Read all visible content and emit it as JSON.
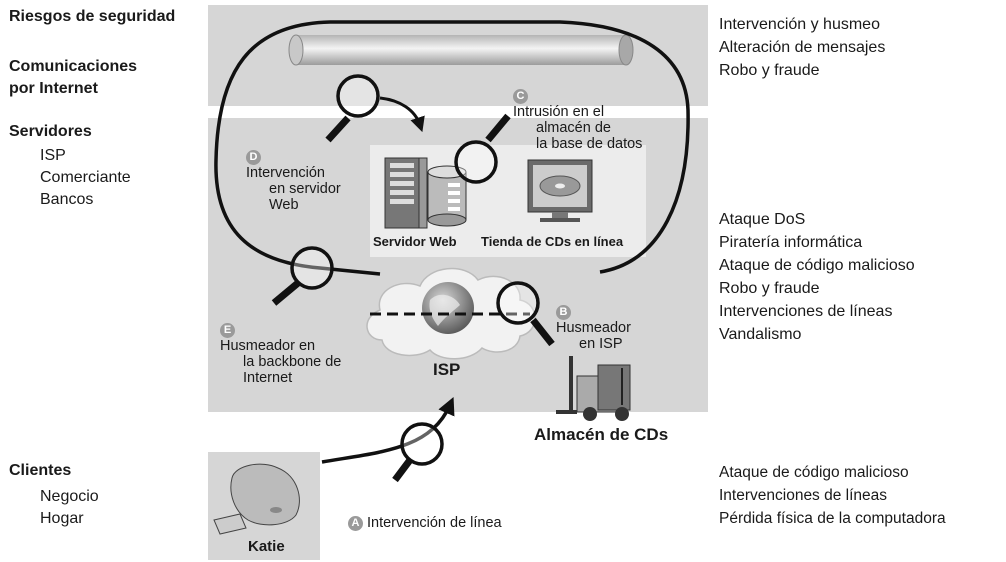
{
  "left": {
    "title": "Riesgos de seguridad",
    "internet": [
      "Comunicaciones",
      "por Internet"
    ],
    "servers_title": "Servidores",
    "servers": [
      "ISP",
      "Comerciante",
      "Bancos"
    ],
    "clients_title": "Clientes",
    "clients": [
      "Negocio",
      "Hogar"
    ]
  },
  "right": {
    "internet_risks": [
      "Intervención y husmeo",
      "Alteración de mensajes",
      "Robo y fraude"
    ],
    "server_risks": [
      "Ataque DoS",
      "Piratería informática",
      "Ataque de código malicioso",
      "Robo y fraude",
      "Intervenciones de líneas",
      "Vandalismo"
    ],
    "client_risks": [
      "Ataque de código malicioso",
      "Intervenciones de líneas",
      "Pérdida física de la computadora"
    ]
  },
  "diagram": {
    "web_server": "Servidor Web",
    "cd_store": "Tienda de CDs en línea",
    "isp": "ISP",
    "warehouse": "Almacén de CDs",
    "katie": "Katie",
    "points": {
      "a": {
        "letter": "A",
        "lines": [
          "Intervención de línea"
        ]
      },
      "b": {
        "letter": "B",
        "lines": [
          "Husmeador",
          "en ISP"
        ]
      },
      "c": {
        "letter": "C",
        "lines": [
          "Intrusión en el",
          "almacén de",
          "la base de datos"
        ]
      },
      "d": {
        "letter": "D",
        "lines": [
          "Intervención",
          "en servidor",
          "Web"
        ]
      },
      "e": {
        "letter": "E",
        "lines": [
          "Husmeador en",
          "la backbone de",
          "Internet"
        ]
      }
    }
  }
}
